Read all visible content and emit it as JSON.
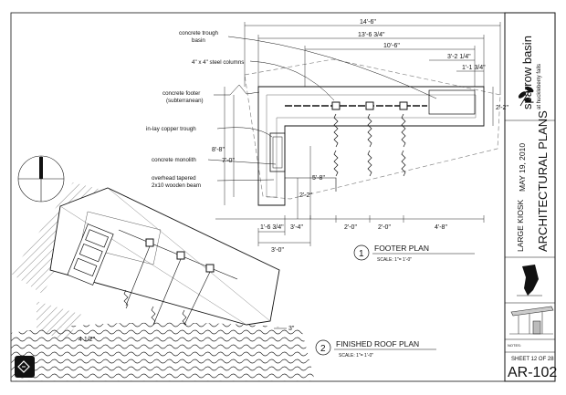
{
  "footer_plan": {
    "number": "1",
    "title": "FOOTER PLAN",
    "scale": "SCALE: 1\"= 1'-0\"",
    "dimensions": {
      "overall_top": "14'-6\"",
      "second": "13'-6 3/4\"",
      "third": "10'-6\"",
      "right_a": "3'-2 1/4\"",
      "right_b": "1'-1 3/4\"",
      "right_side": "2'-2\"",
      "left_a": "8'-8\"",
      "left_b": "7'-0\"",
      "mid_a": "5'-8\"",
      "mid_b": "2'-2\"",
      "bottom_1": "1'-6 3/4\"",
      "bottom_2": "3'-4\"",
      "bottom_3": "2'-0\"",
      "bottom_4": "2'-0\"",
      "bottom_5": "4'-8\"",
      "bottom_total": "3'-0\""
    }
  },
  "roof_plan": {
    "number": "2",
    "title": "FINISHED ROOF PLAN",
    "scale": "SCALE: 1\"= 1'-0\"",
    "dim_a": "4 1/2\"",
    "dim_b": "3\""
  },
  "callouts": [
    "concrete trough\nbasin",
    "4\" x 4\" steel columns",
    "concrete footer\n(subterranean)",
    "in-lay copper trough",
    "concrete monolith",
    "overhead tapered\n2x10 wooden beam"
  ],
  "title_block": {
    "firm": "sparrow basin",
    "firm_sub": "at huckleberry falls",
    "date": "MAY 19, 2010",
    "sheet_title": "ARCHITECTURAL PLANS",
    "project": "LARGE KIOSK",
    "notes_label": "NOTES:",
    "sheet_no": "SHEET 12 OF 28",
    "drawing_no": "AR-102"
  },
  "colors": {
    "ink": "#111111",
    "paper": "#ffffff",
    "gray": "#888888"
  }
}
